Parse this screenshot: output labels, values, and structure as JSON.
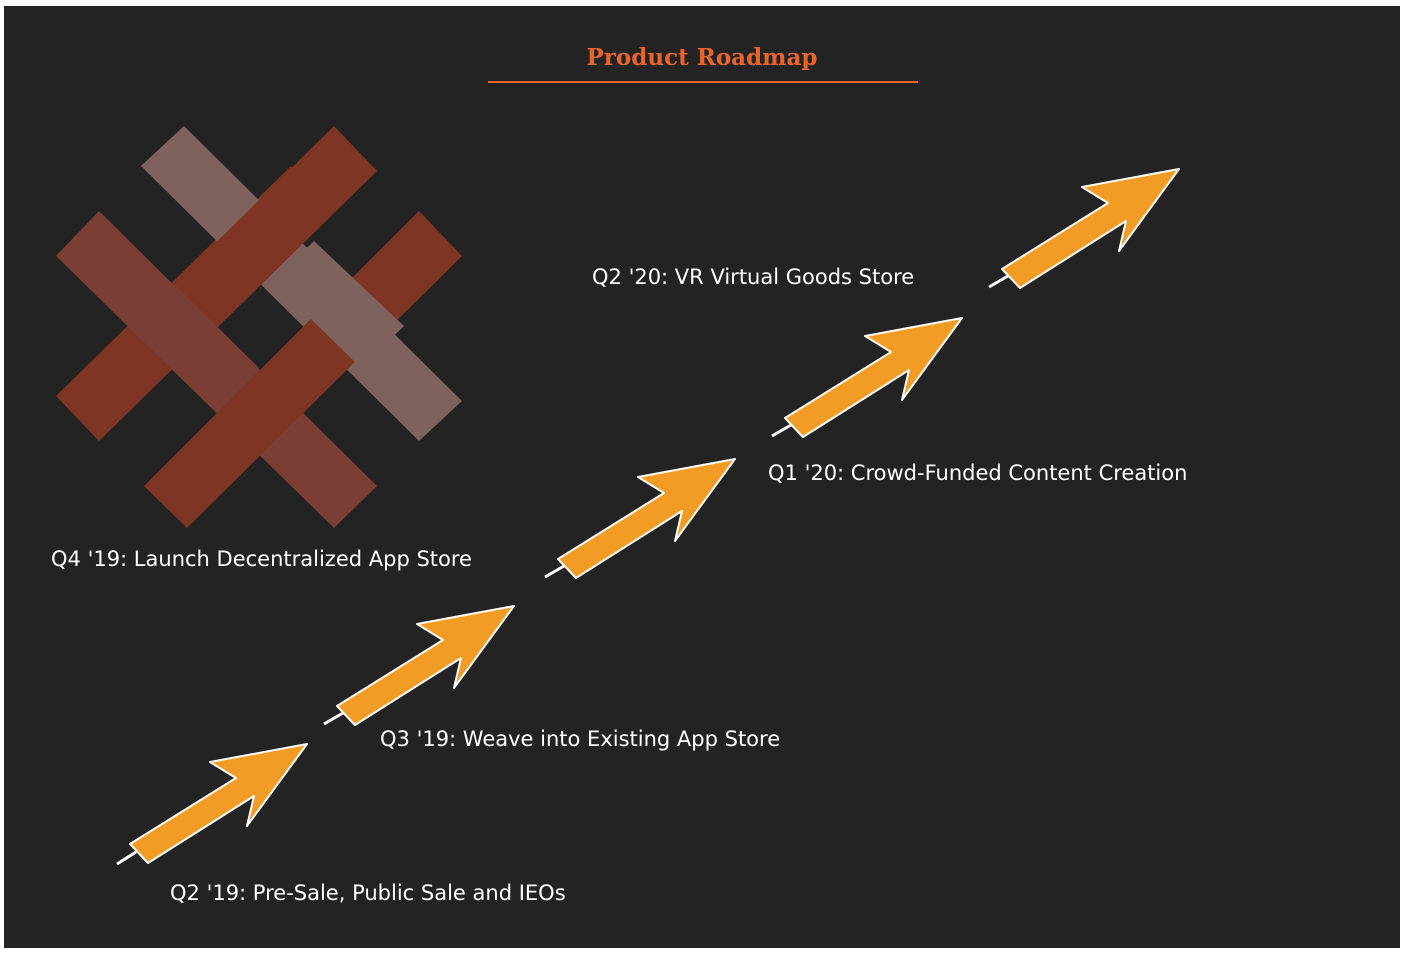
{
  "title": "Product Roadmap",
  "colors": {
    "background": "#232323",
    "title": "#e8642a",
    "arrow_fill": "#f39c25",
    "arrow_stroke": "#ffffff",
    "logo_dark": "#7f3523",
    "logo_mid": "#7a3e34",
    "logo_light": "#7f615d",
    "text": "#ffffff"
  },
  "logo": {
    "icon": "woven-cross-logo"
  },
  "milestones": [
    {
      "label": "Q2 '19: Pre-Sale, Public Sale and IEOs"
    },
    {
      "label": "Q3 '19: Weave into Existing App Store"
    },
    {
      "label": "Q4 '19: Launch Decentralized App Store"
    },
    {
      "label": "Q1 '20: Crowd-Funded Content Creation"
    },
    {
      "label": "Q2 '20: VR Virtual Goods Store"
    }
  ]
}
